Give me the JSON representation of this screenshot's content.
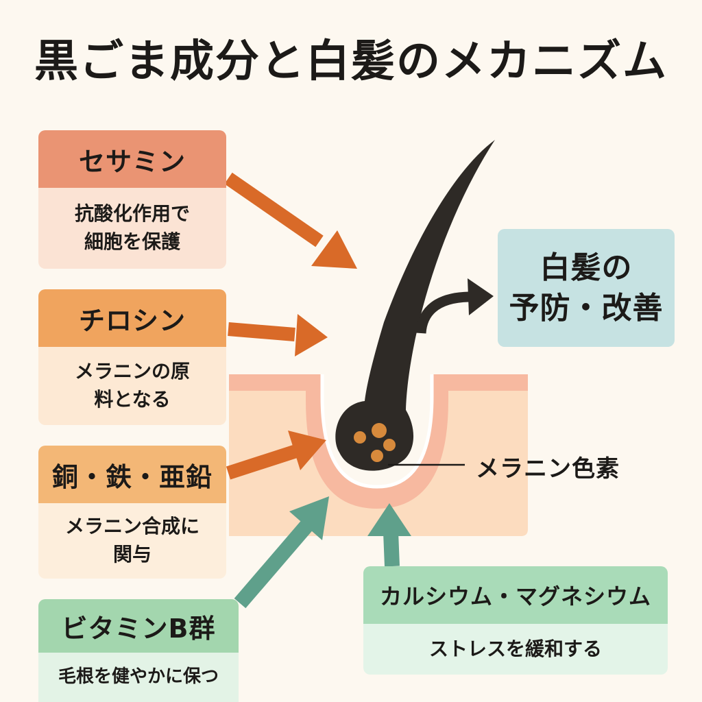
{
  "title": "黒ごま成分と白髪のメカニズム",
  "colors": {
    "background": "#fdf8f0",
    "orange_arrow": "#d96a28",
    "green_arrow": "#5fa08b",
    "hair": "#2e2a26",
    "melanin_granules": "#d78a3c",
    "skin_layer": "#fcdcbf",
    "skin_top": "#f7b9a0"
  },
  "ingredients": [
    {
      "name": "セサミン",
      "effect": [
        "抗酸化作用で",
        "細胞を保護"
      ]
    },
    {
      "name": "チロシン",
      "effect": [
        "メラニンの原",
        "料となる"
      ]
    },
    {
      "name": "銅・鉄・亜鉛",
      "effect": [
        "メラニン合成に",
        "関与"
      ]
    },
    {
      "name": "ビタミンB群",
      "effect": [
        "毛根を健やかに保つ"
      ]
    },
    {
      "name": "カルシウム・マグネシウム",
      "effect": [
        "ストレスを緩和する"
      ]
    }
  ],
  "result": {
    "lines": [
      "白髪の",
      "予防・改善"
    ]
  },
  "melanin_label": "メラニン色素"
}
